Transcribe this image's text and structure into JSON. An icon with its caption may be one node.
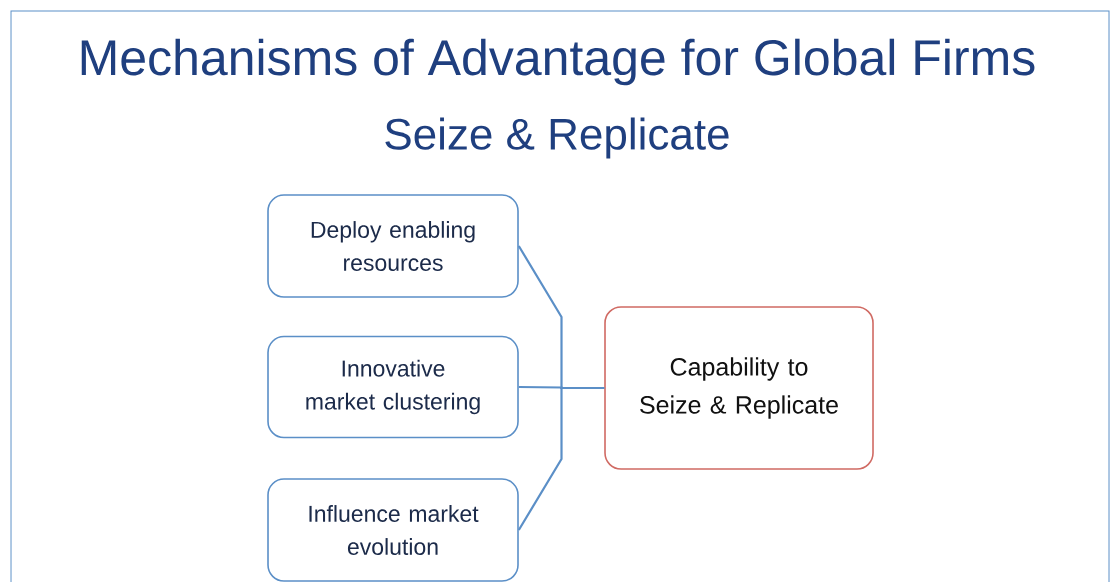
{
  "diagram": {
    "title": "Mechanisms of Advantage for Global Firms",
    "nodes": [
      {
        "text": [
          "Deploy enabling resources"
        ]
      },
      {
        "text": [
          "Innovative market clustering"
        ]
      },
      {
        "text": [
          "Influence market evolution"
        ]
      },
      {
        "text": [
          "Capability to Seize & Replicate"
        ]
      }
    ],
    "edges": [
      {
        "from": 0,
        "to": 3,
        "arrow": "none"
      },
      {
        "from": 1,
        "to": 3,
        "arrow": "none"
      },
      {
        "from": 2,
        "to": 3,
        "arrow": "none"
      }
    ],
    "labels": [
      "Seize & Replicate"
    ]
  }
}
